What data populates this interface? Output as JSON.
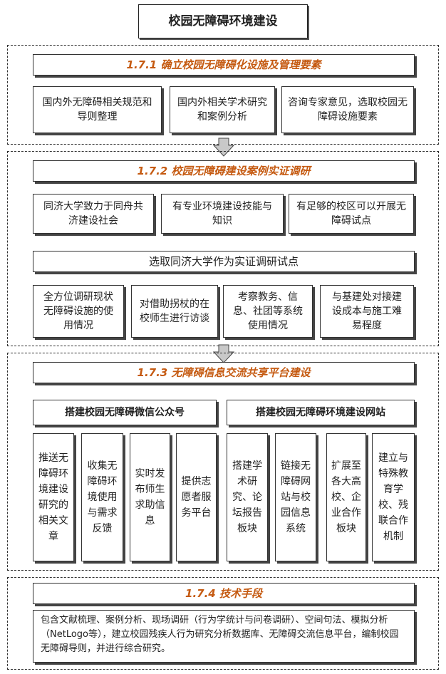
{
  "title": "校园无障碍环境建设",
  "s1": {
    "header": "1.7.1 确立校园无障碍化设施及管理要素",
    "items": [
      "国内外无障碍相关规范和导则整理",
      "国内外相关学术研究和案例分析",
      "咨询专家意见，选取校园无障碍设施要素"
    ]
  },
  "s2": {
    "header": "1.7.2 校园无障碍建设案例实证调研",
    "reasons": [
      "同济大学致力于同舟共济建设社会",
      "有专业环境建设技能与知识",
      "有足够的校区可以开展无障碍试点"
    ],
    "choice": "选取同济大学作为实证调研试点",
    "tasks": [
      "全方位调研现状无障碍设施的使用情况",
      "对借助拐杖的在校师生进行访谈",
      "考察教务、信息、社团等系统使用情况",
      "与基建处对接建设成本与施工难易程度"
    ]
  },
  "s3": {
    "header": "1.7.3 无障碍信息交流共享平台建设",
    "left_title": "搭建校园无障碍微信公众号",
    "right_title": "搭建校园无障碍环境建设网站",
    "left_items": [
      "推送无障碍环境建设研究的相关文章",
      "收集无障碍环境使用与需求反馈",
      "实时发布师生求助信息",
      "提供志愿者服务平台"
    ],
    "right_items": [
      "搭建学术研究、论坛报告板块",
      "链接无障碍网站与校园信息系统",
      "扩展至各大高校、企业合作板块",
      "建立与特殊教育学校、残联合作机制"
    ]
  },
  "s4": {
    "header": "1.7.4 技术手段",
    "text": "包含文献梳理、案例分析、现场调研（行为学统计与问卷调研）、空间句法、模拟分析（NetLogo等），建立校园残疾人行为研究分析数据库、无障碍交流信息平台，编制校园无障碍导则，并进行综合研究。"
  }
}
